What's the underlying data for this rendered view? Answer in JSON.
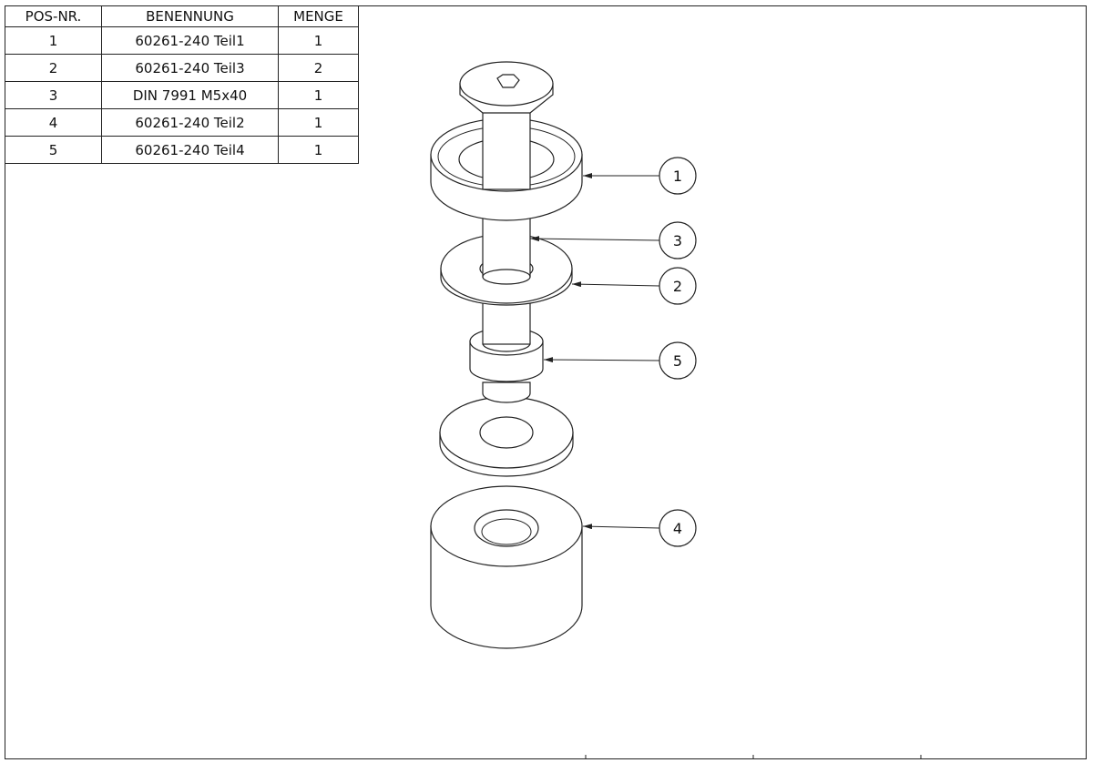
{
  "bom": {
    "headers": {
      "pos": "POS-NR.",
      "name": "BENENNUNG",
      "qty": "MENGE"
    },
    "rows": [
      {
        "pos": "1",
        "name": "60261-240 Teil1",
        "qty": "1"
      },
      {
        "pos": "2",
        "name": "60261-240 Teil3",
        "qty": "2"
      },
      {
        "pos": "3",
        "name": "DIN 7991 M5x40",
        "qty": "1"
      },
      {
        "pos": "4",
        "name": "60261-240 Teil2",
        "qty": "1"
      },
      {
        "pos": "5",
        "name": "60261-240 Teil4",
        "qty": "1"
      }
    ]
  },
  "balloons": {
    "b1": "1",
    "b3": "3",
    "b2": "2",
    "b5": "5",
    "b4": "4"
  }
}
